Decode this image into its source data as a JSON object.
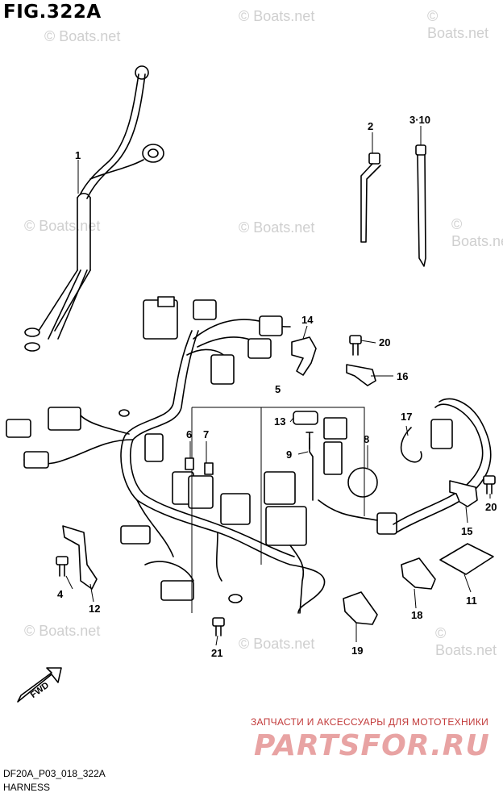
{
  "figure": {
    "title": "FIG.322A",
    "code": "DF20A_P03_018_322A",
    "caption": "HARNESS",
    "fwd_label": "FWD"
  },
  "watermark": {
    "text": "© Boats.net",
    "color": "#cfcfcf"
  },
  "branding": {
    "subtitle": "ЗАПЧАСТИ И АКСЕССУАРЫ ДЛЯ МОТОТЕХНИКИ",
    "logo": "PARTSFOR.RU",
    "color": "#e8a3a3"
  },
  "callouts": [
    {
      "id": "c1",
      "label": "1"
    },
    {
      "id": "c2",
      "label": "2"
    },
    {
      "id": "c3",
      "label": "3·10"
    },
    {
      "id": "c14",
      "label": "14"
    },
    {
      "id": "c20a",
      "label": "20"
    },
    {
      "id": "c16",
      "label": "16"
    },
    {
      "id": "c5",
      "label": "5"
    },
    {
      "id": "c13",
      "label": "13"
    },
    {
      "id": "c6",
      "label": "6"
    },
    {
      "id": "c7",
      "label": "7"
    },
    {
      "id": "c9",
      "label": "9"
    },
    {
      "id": "c8",
      "label": "8"
    },
    {
      "id": "c17",
      "label": "17"
    },
    {
      "id": "c20b",
      "label": "20"
    },
    {
      "id": "c15",
      "label": "15"
    },
    {
      "id": "c11",
      "label": "11"
    },
    {
      "id": "c4",
      "label": "4"
    },
    {
      "id": "c12",
      "label": "12"
    },
    {
      "id": "c18",
      "label": "18"
    },
    {
      "id": "c19",
      "label": "19"
    },
    {
      "id": "c21",
      "label": "21"
    }
  ]
}
